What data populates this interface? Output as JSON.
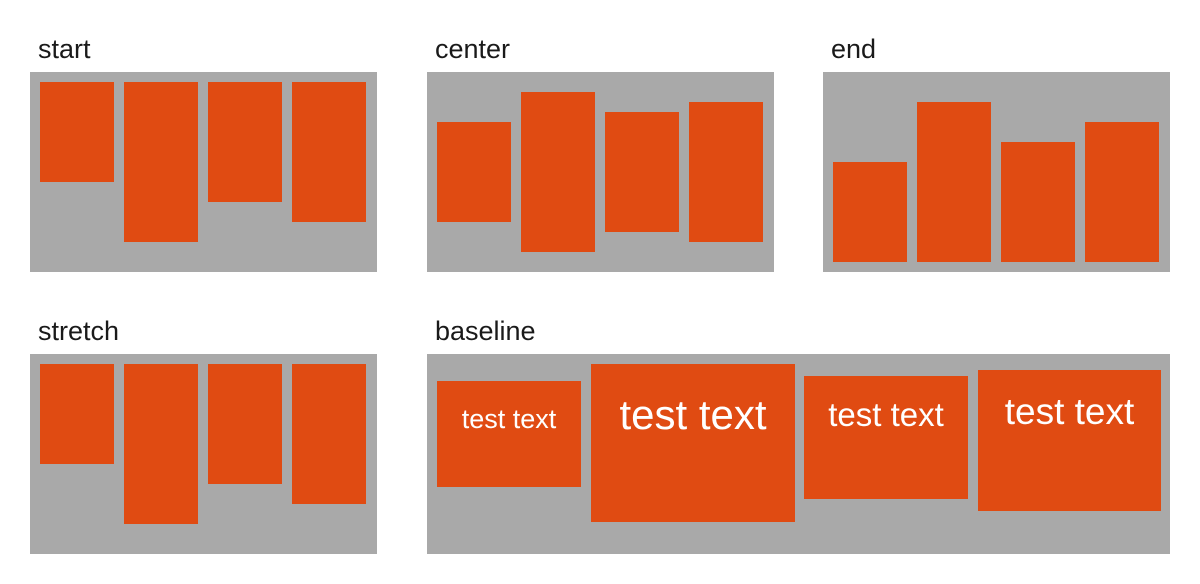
{
  "colors": {
    "panel": "#a9a9a9",
    "item": "#e04b12",
    "text": "#ffffff",
    "heading": "#1a1a1a"
  },
  "panels": [
    {
      "label": "start"
    },
    {
      "label": "center"
    },
    {
      "label": "end"
    },
    {
      "label": "stretch"
    },
    {
      "label": "baseline"
    }
  ],
  "baseline_items": [
    {
      "text": "test text"
    },
    {
      "text": "test text"
    },
    {
      "text": "test text"
    },
    {
      "text": "test text"
    }
  ]
}
